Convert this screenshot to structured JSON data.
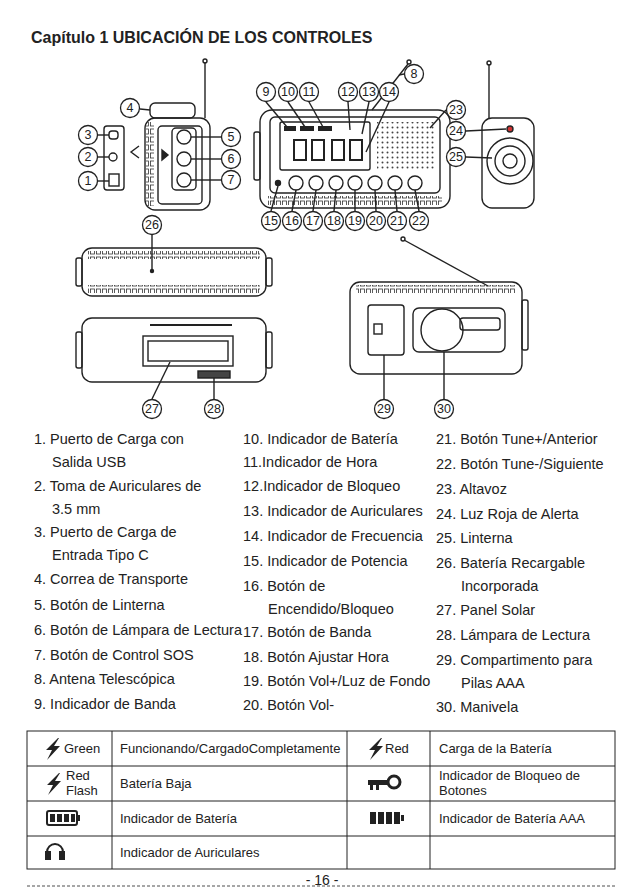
{
  "diagram": {
    "title": "Capítulo 1 UBICACIÓN DE LOS CONTROLES",
    "labels": [
      "1",
      "2",
      "3",
      "4",
      "5",
      "6",
      "7",
      "8",
      "9",
      "10",
      "11",
      "12",
      "13",
      "14",
      "15",
      "16",
      "17",
      "18",
      "19",
      "20",
      "21",
      "22",
      "23",
      "24",
      "25",
      "26",
      "27",
      "28",
      "29",
      "30",
      "1. Puerto de Carga con Salida USB",
      "2. Toma de Auriculares de 3.5 mm",
      "3. Puerto de Carga de Entrada Tipo C",
      "4. Correa de Transporte",
      "5. Botón de Linterna",
      "6. Botón de Lámpara de Lectura",
      "7. Botón de Control SOS",
      "8. Antena Telescópica",
      "9. Indicador de Banda",
      "10. Indicador de Batería",
      "11.Indicador de Hora",
      "12.Indicador de Bloqueo",
      "13. Indicador de Auriculares",
      "14. Indicador de Frecuencia",
      "15. Indicador de Potencia",
      "16. Botón de Encendido/Bloqueo",
      "17. Botón de Banda",
      "18. Botón Ajustar Hora",
      "19. Botón Vol+/Luz de Fondo",
      "20. Botón Vol-",
      "21. Botón Tune+/Anterior",
      "22. Botón Tune-/Siguiente",
      "23. Altavoz",
      "24. Luz Roja de Alerta",
      "25. Linterna",
      "26. Batería Recargable Incorporada",
      "27. Panel Solar",
      "28. Lámpara de Lectura",
      "29. Compartimento para Pilas AAA",
      "30. Manivela",
      "Green",
      "Funcionando/CargadoCompletamente",
      "Red",
      "Carga de la Batería",
      "Red Flash",
      "Batería Baja",
      "Indicador de Bloqueo de Botones",
      "Indicador de Batería",
      "Indicador de Batería AAA",
      "Indicador de Auriculares",
      "- 16 -"
    ]
  }
}
